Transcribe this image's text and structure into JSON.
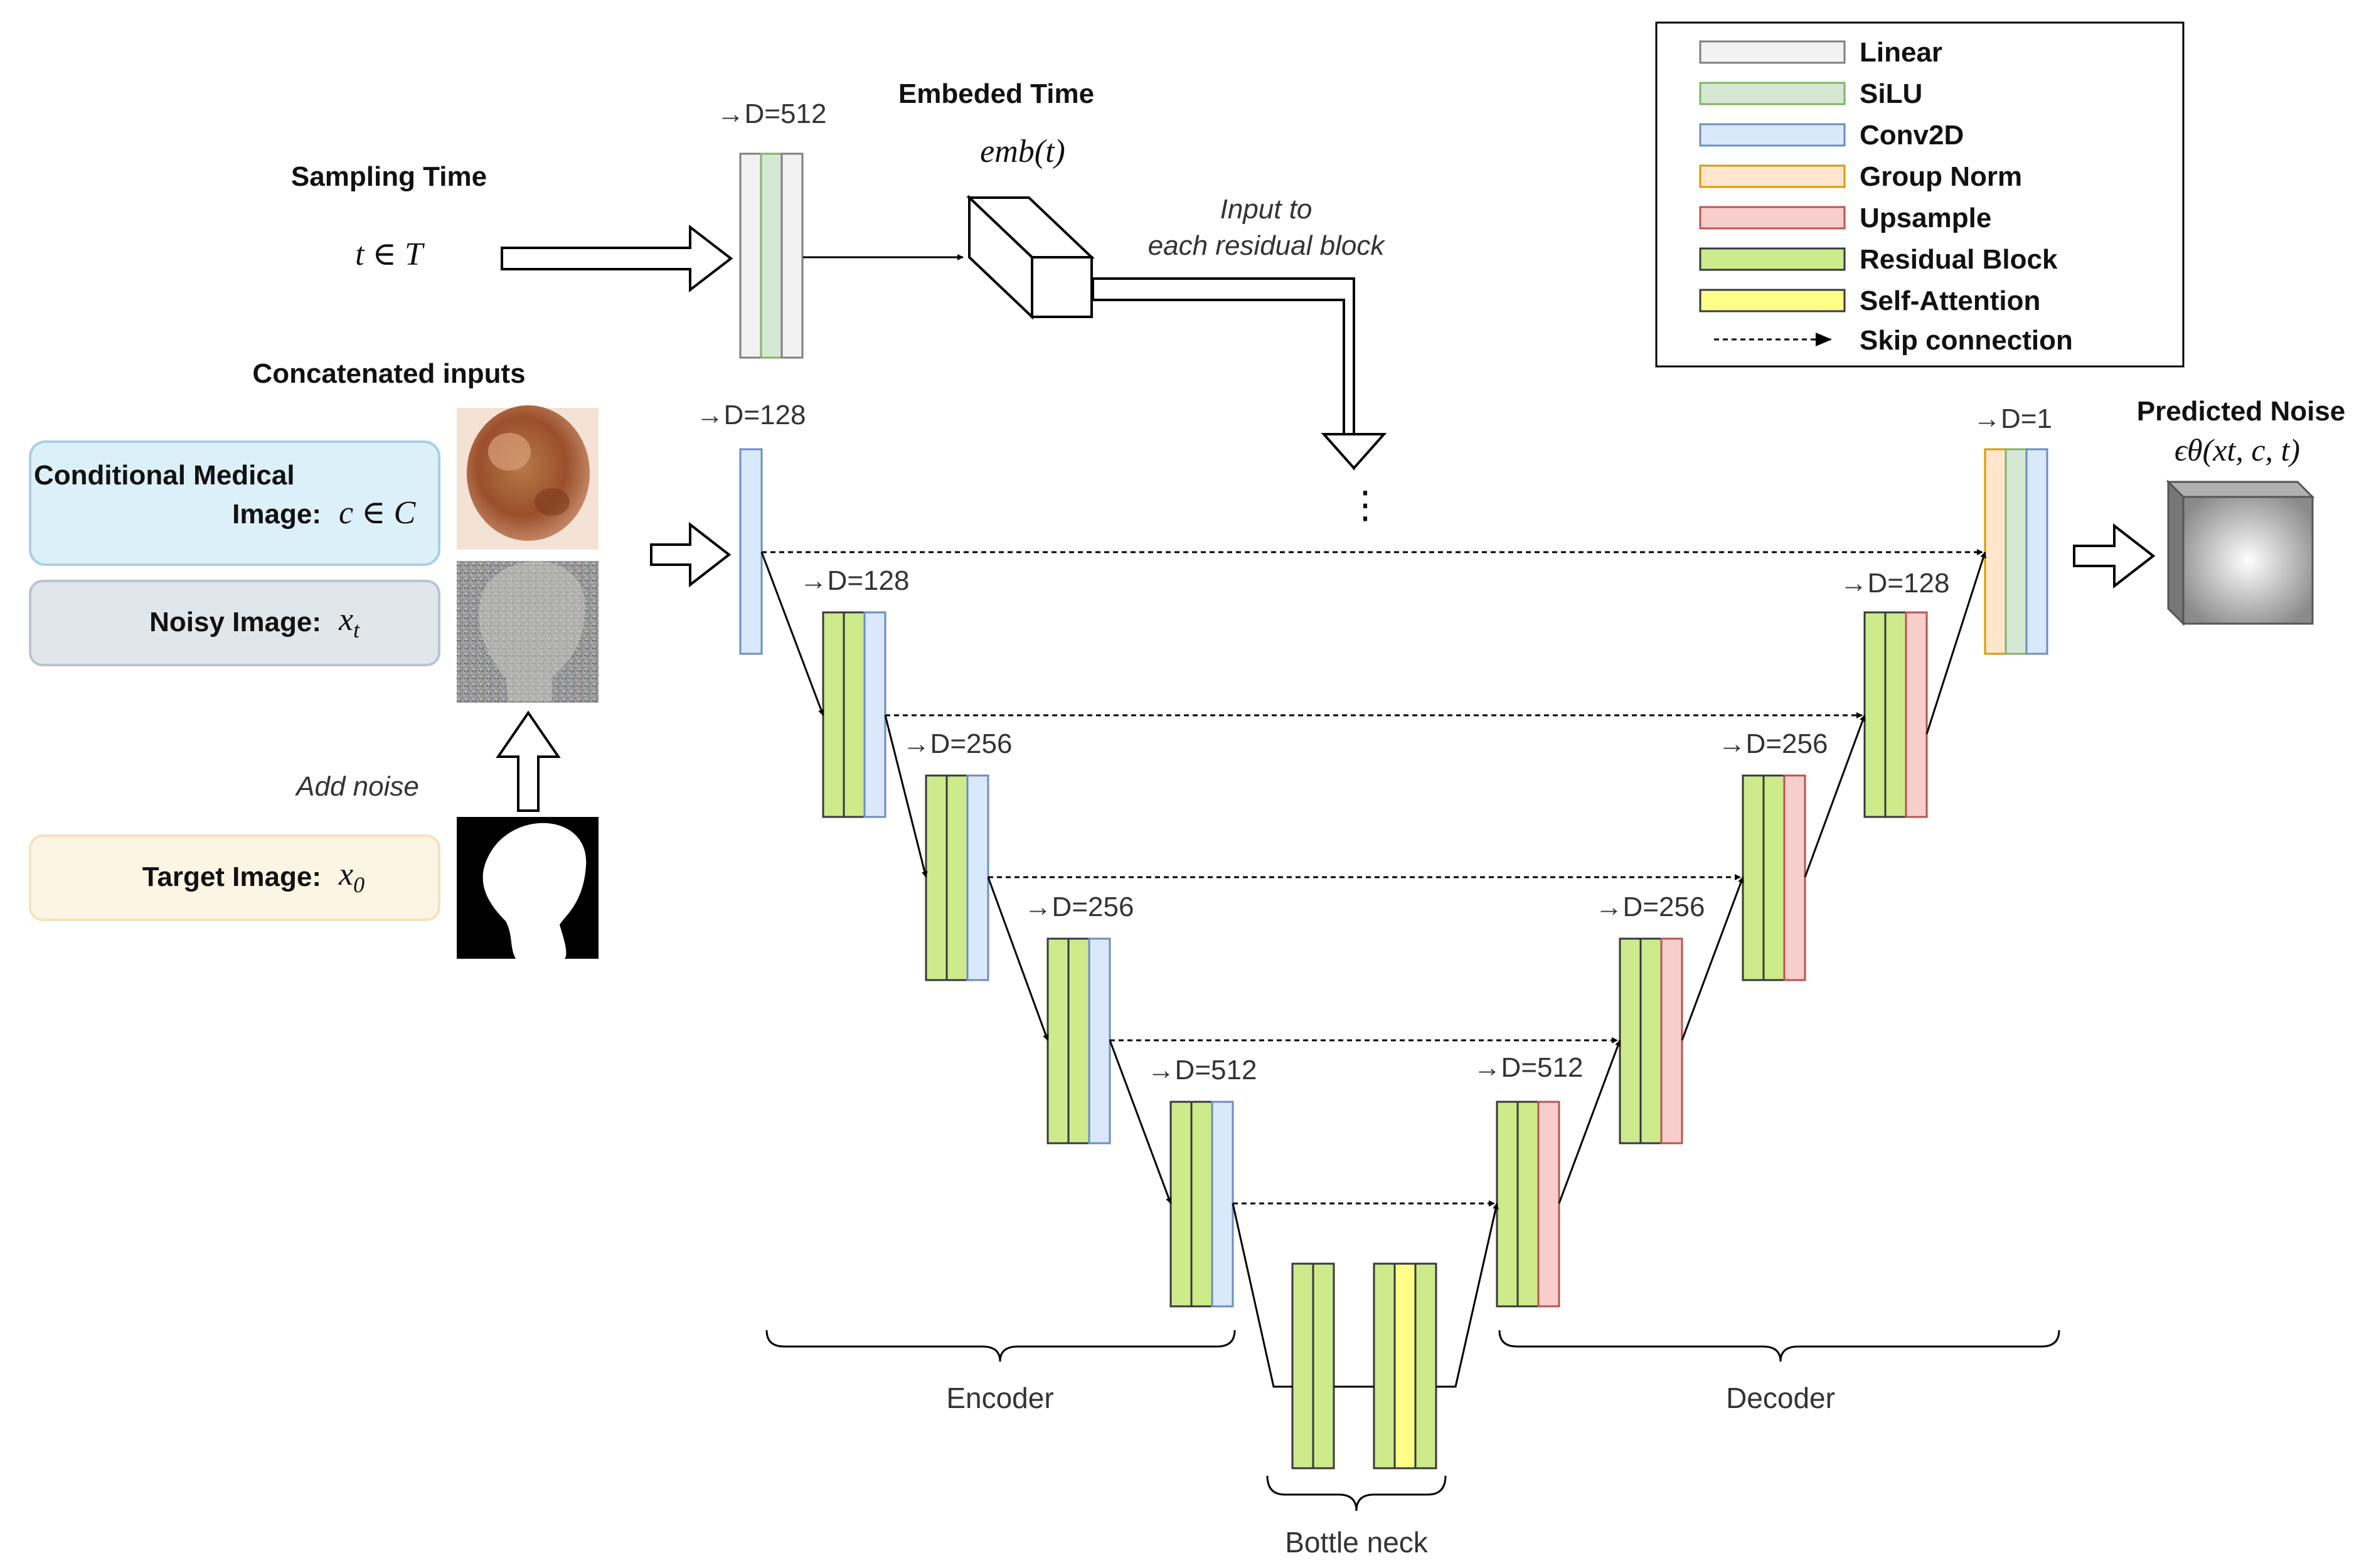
{
  "legend": {
    "items": [
      {
        "label": "Linear",
        "color": "#f2f2f2",
        "stroke": "#7f7f7f"
      },
      {
        "label": "SiLU",
        "color": "#d5e8d4",
        "stroke": "#82b366"
      },
      {
        "label": "Conv2D",
        "color": "#dae8fc",
        "stroke": "#6c8ebf"
      },
      {
        "label": "Group Norm",
        "color": "#ffe6cc",
        "stroke": "#d79b00"
      },
      {
        "label": "Upsample",
        "color": "#f8cecc",
        "stroke": "#b85450"
      },
      {
        "label": "Residual Block",
        "color": "#cdeb8b",
        "stroke": "#36393d"
      },
      {
        "label": "Self-Attention",
        "color": "#ffff88",
        "stroke": "#36393d"
      }
    ],
    "skip_label": "Skip connection"
  },
  "time": {
    "sampling_title": "Sampling Time",
    "sampling_math": "t ∈ T",
    "embed_title": "Embeded Time",
    "embed_math": "emb(t)",
    "d512": "→D=512",
    "input_note_1": "Input to",
    "input_note_2": "each residual block"
  },
  "inputs": {
    "title": "Concatenated inputs",
    "conditional_line1": "Conditional Medical",
    "conditional_line2": "Image:",
    "conditional_math": "c ∈ C",
    "noisy_label": "Noisy Image:",
    "noisy_math": "x",
    "noisy_sub": "t",
    "target_label": "Target Image:",
    "target_math": "x",
    "target_sub": "0",
    "add_noise": "Add noise"
  },
  "unet": {
    "enc_dims": [
      "→D=128",
      "→D=128",
      "→D=256",
      "→D=256",
      "→D=512"
    ],
    "dec_dims": [
      "→D=512",
      "→D=256",
      "→D=256",
      "→D=128",
      "→D=1"
    ],
    "encoder_label": "Encoder",
    "decoder_label": "Decoder",
    "bottleneck_label": "Bottle neck"
  },
  "output": {
    "title": "Predicted Noise",
    "math": "ϵθ(xt, c, t)"
  },
  "colors": {
    "linear": "#f2f2f2",
    "silu": "#d5e8d4",
    "conv": "#dae8fc",
    "groupnorm": "#ffe6cc",
    "upsample": "#f8cecc",
    "residual": "#cdeb8b",
    "attention": "#ffff88"
  }
}
